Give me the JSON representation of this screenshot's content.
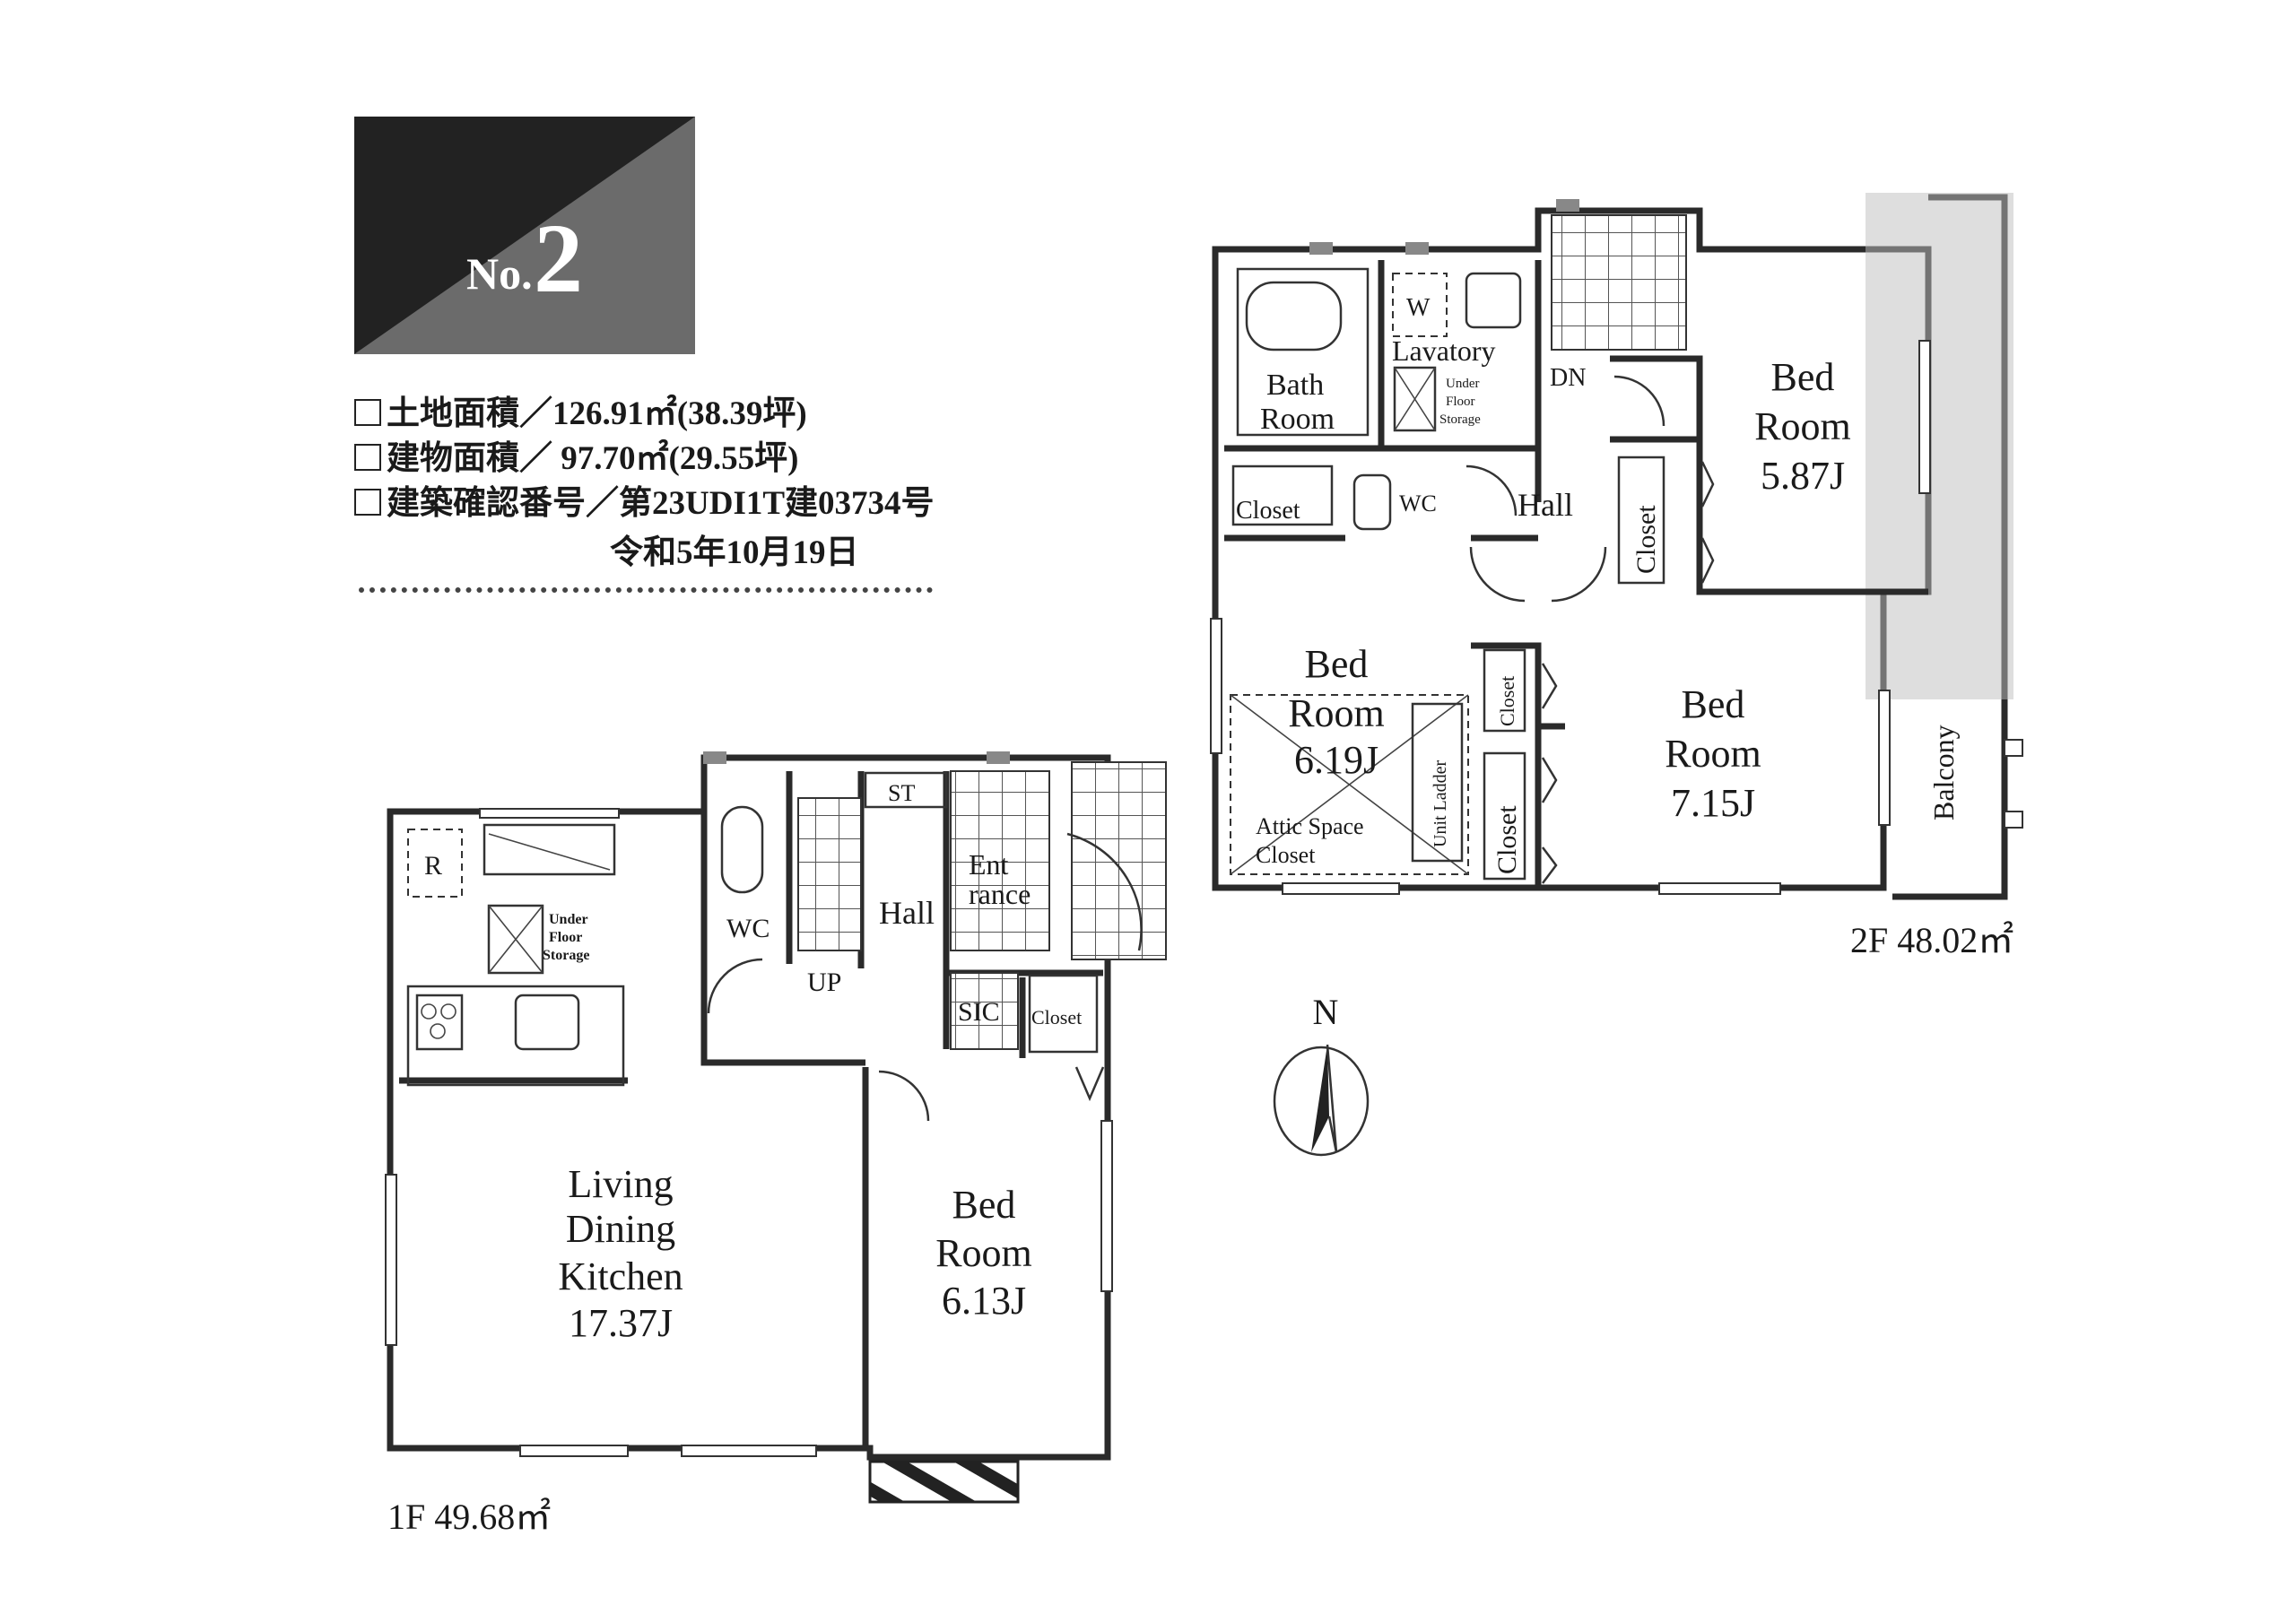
{
  "badge": {
    "prefix": "No.",
    "number": "2"
  },
  "info": {
    "land_area": "土地面積／126.91㎡(38.39坪)",
    "building_area": "建物面積／ 97.70㎡(29.55坪)",
    "permit_number": "建築確認番号／第23UDI1T建03734号",
    "permit_date": "令和5年10月19日"
  },
  "floor1": {
    "area_label": "1F 49.68㎡",
    "ldk": {
      "line1": "Living",
      "line2": "Dining",
      "line3": "Kitchen",
      "size": "17.37J"
    },
    "bed": {
      "line1": "Bed",
      "line2": "Room",
      "size": "6.13J"
    },
    "wc": "WC",
    "hall": "Hall",
    "up": "UP",
    "st": "ST",
    "entrance": {
      "line1": "Ent",
      "line2": "rance"
    },
    "sic": "SIC",
    "closet": "Closet",
    "fridge": "R",
    "under_floor": {
      "line1": "Under",
      "line2": "Floor",
      "line3": "Storage"
    }
  },
  "floor2": {
    "area_label": "2F 48.02㎡",
    "bath": {
      "line1": "Bath",
      "line2": "Room"
    },
    "lavatory": "Lavatory",
    "washer": "W",
    "under_floor": {
      "line1": "Under",
      "line2": "Floor",
      "line3": "Storage"
    },
    "dn": "DN",
    "closet_left": "Closet",
    "wc": "WC",
    "hall": "Hall",
    "bed_ne": {
      "line1": "Bed",
      "line2": "Room",
      "size": "5.87J"
    },
    "closet_ne": "Closet",
    "bed_w": {
      "line1": "Bed",
      "line2": "Room",
      "size": "6.19J"
    },
    "attic": {
      "line1": "Attic Space",
      "line2": "Closet"
    },
    "unit_ladder": "Unit Ladder",
    "closet_mid_top": "Closet",
    "closet_mid_bottom": "Closet",
    "bed_e": {
      "line1": "Bed",
      "line2": "Room",
      "size": "7.15J"
    },
    "balcony": "Balcony"
  },
  "compass": {
    "north": "N"
  }
}
